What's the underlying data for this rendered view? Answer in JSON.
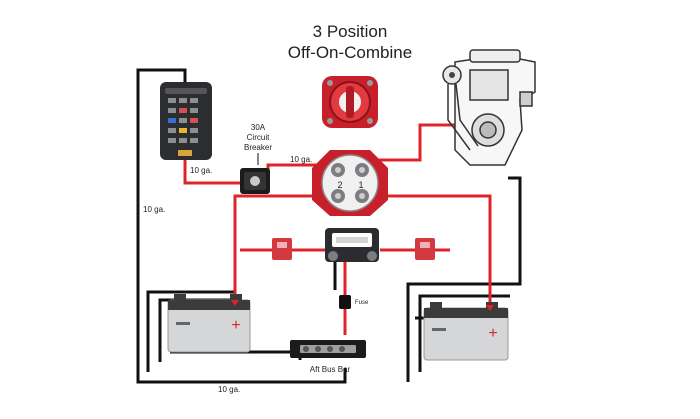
{
  "title_line1": "3 Position",
  "title_line2": "Off-On-Combine",
  "labels": {
    "breaker_amps": "30A",
    "breaker_word1": "Circuit",
    "breaker_word2": "Breaker",
    "gauge_fuse_to_breaker": "10 ga.",
    "gauge_breaker_to_switch": "10 ga.",
    "gauge_left": "10 ga.",
    "gauge_bottom": "10 ga.",
    "fuse": "Fuse",
    "bus_bar": "Aft Bus Bar",
    "switch_pos_2": "2",
    "switch_pos_1": "1",
    "battery_plus": "+"
  },
  "colors": {
    "positive_wire": "#e0232a",
    "negative_wire": "#111111",
    "battery_body": "#d4d6d7",
    "battery_top": "#3b3b3b",
    "switch_red": "#c8202b",
    "switch_face": "#f0f0f0"
  }
}
